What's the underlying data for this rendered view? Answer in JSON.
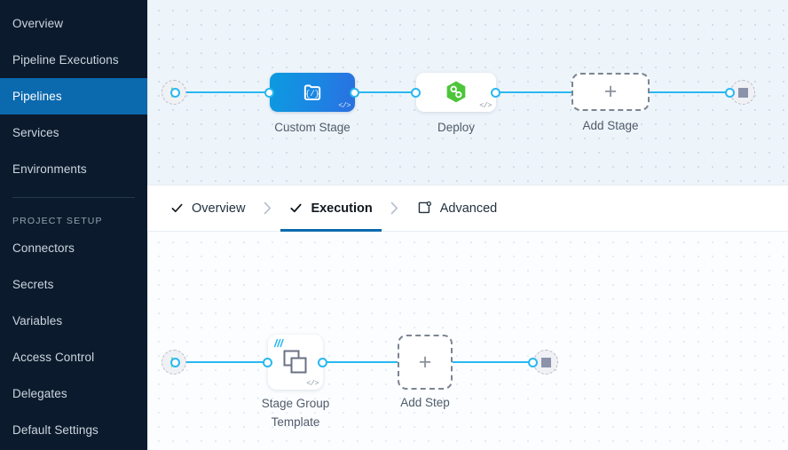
{
  "sidebar": {
    "items": [
      {
        "label": "Overview",
        "active": false
      },
      {
        "label": "Pipeline Executions",
        "active": false
      },
      {
        "label": "Pipelines",
        "active": true
      },
      {
        "label": "Services",
        "active": false
      },
      {
        "label": "Environments",
        "active": false
      }
    ],
    "section_label": "PROJECT SETUP",
    "setup_items": [
      {
        "label": "Connectors"
      },
      {
        "label": "Secrets"
      },
      {
        "label": "Variables"
      },
      {
        "label": "Access Control"
      },
      {
        "label": "Delegates"
      },
      {
        "label": "Default Settings"
      }
    ],
    "colors": {
      "background": "#0b1b2d",
      "active": "#0b69ae",
      "text": "#cdd5de"
    }
  },
  "tabbar": {
    "tabs": [
      {
        "label": "Overview",
        "icon": "check-icon",
        "active": false,
        "completed": true
      },
      {
        "label": "Execution",
        "icon": "check-icon",
        "active": true,
        "completed": true
      },
      {
        "label": "Advanced",
        "icon": "advanced-panel-icon",
        "active": false,
        "completed": false
      }
    ],
    "separator_icon": "chevron-right-icon",
    "active_underline_color": "#0b69ae"
  },
  "stage_canvas": {
    "name": "pipeline-stages-canvas",
    "start_node": {
      "icon": "play-icon",
      "label": ""
    },
    "end_node": {
      "icon": "stop-icon",
      "label": ""
    },
    "nodes": [
      {
        "id": "custom-stage",
        "label": "Custom Stage",
        "type": "stage",
        "icon": "custom-stage-icon",
        "style": "blue-gradient",
        "has_code_marker": true,
        "color": "#1b86e3"
      },
      {
        "id": "deploy",
        "label": "Deploy",
        "type": "stage",
        "icon": "deploy-hexagon-infinity-icon",
        "style": "white",
        "has_code_marker": true,
        "color": "#4dc53a"
      },
      {
        "id": "add-stage",
        "label": "Add Stage",
        "type": "add",
        "icon": "plus-icon",
        "style": "dashed"
      }
    ]
  },
  "step_canvas": {
    "name": "execution-steps-canvas",
    "start_node": {
      "icon": "play-icon",
      "label": ""
    },
    "end_node": {
      "icon": "stop-icon",
      "label": ""
    },
    "nodes": [
      {
        "id": "stage-group-template",
        "label": "Stage Group\nTemplate",
        "type": "step",
        "icon": "stacked-squares-icon",
        "style": "white-square",
        "has_code_marker": true,
        "has_template_marker": true,
        "template_marker_color": "#29b8f0"
      },
      {
        "id": "add-step",
        "label": "Add Step",
        "type": "add",
        "icon": "plus-icon",
        "style": "dashed"
      }
    ]
  },
  "theme": {
    "link_color": "#29b8f0",
    "canvas_top_bg": "#eef5fa",
    "canvas_bottom_bg": "#fbfdfe",
    "dashed_border": "#7b8593"
  }
}
